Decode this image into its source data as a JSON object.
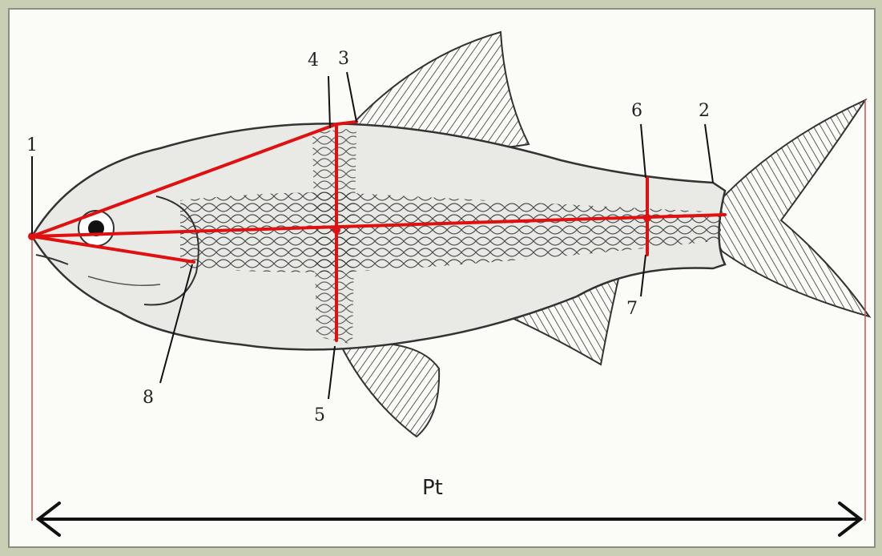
{
  "points": [
    {
      "id": "1",
      "label": "1"
    },
    {
      "id": "2",
      "label": "2"
    },
    {
      "id": "3",
      "label": "3"
    },
    {
      "id": "4",
      "label": "4"
    },
    {
      "id": "5",
      "label": "5"
    },
    {
      "id": "6",
      "label": "6"
    },
    {
      "id": "7",
      "label": "7"
    },
    {
      "id": "8",
      "label": "8"
    }
  ],
  "total_length_label": "Pt",
  "colors": {
    "measure_line": "#e01010",
    "guide_line": "#d05050",
    "arrow": "#111111",
    "frame_bg": "#fbfbf7",
    "page_bg": "#c9cfb5"
  }
}
